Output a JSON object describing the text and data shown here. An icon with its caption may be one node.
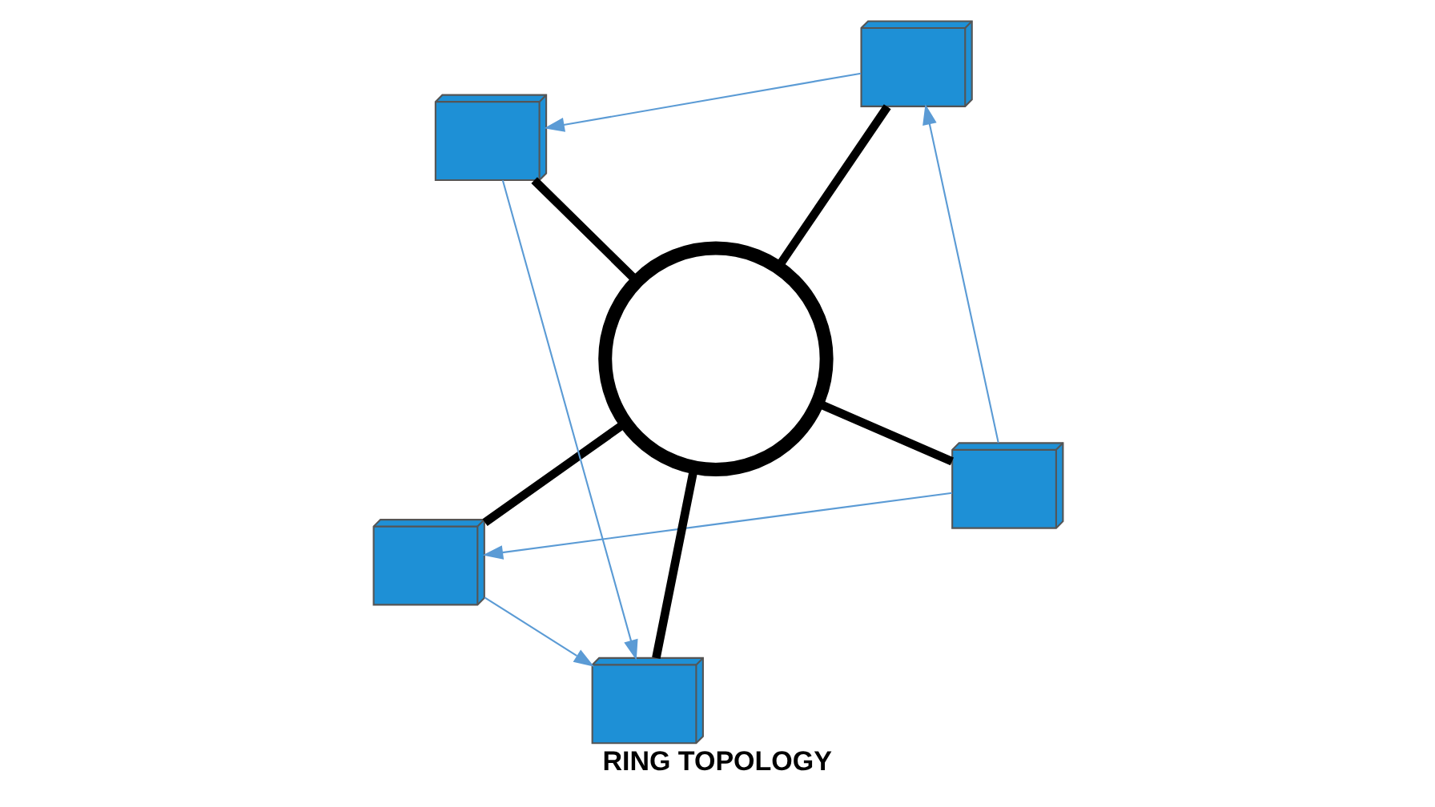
{
  "diagram": {
    "caption": "RING TOPOLOGY",
    "nodes": [
      {
        "text": [],
        "shape": "picture"
      },
      {
        "text": [],
        "shape": "picture"
      },
      {
        "text": [],
        "shape": "picture"
      },
      {
        "text": [],
        "shape": "circle"
      },
      {
        "text": [],
        "shape": "picture"
      },
      {
        "text": [],
        "shape": "picture"
      }
    ],
    "edges": [
      {
        "from": 0,
        "to": 3,
        "arrow": "none",
        "style": "thick"
      },
      {
        "from": 1,
        "to": 3,
        "arrow": "none",
        "style": "thick"
      },
      {
        "from": 2,
        "to": 3,
        "arrow": "none",
        "style": "thick"
      },
      {
        "from": 4,
        "to": 3,
        "arrow": "none",
        "style": "thick"
      },
      {
        "from": 5,
        "to": 3,
        "arrow": "none",
        "style": "thick"
      },
      {
        "from": 1,
        "to": 0,
        "arrow": "to",
        "color": "#5b9bd5"
      },
      {
        "from": 0,
        "to": 2,
        "arrow": "to",
        "color": "#5b9bd5"
      },
      {
        "from": 5,
        "to": 2,
        "arrow": "to",
        "color": "#5b9bd5"
      },
      {
        "from": 4,
        "to": 5,
        "arrow": "to",
        "color": "#5b9bd5"
      },
      {
        "from": 1,
        "to": 4,
        "arrow": "to",
        "color": "#5b9bd5"
      }
    ]
  }
}
